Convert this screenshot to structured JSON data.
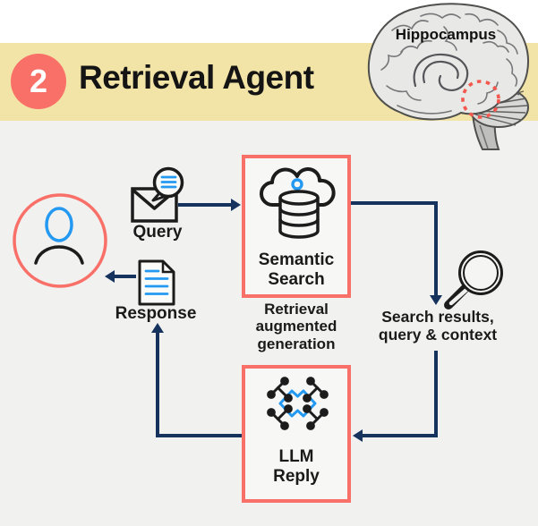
{
  "header": {
    "step_number": "2",
    "title": "Retrieval Agent"
  },
  "brain": {
    "label": "Hippocampus"
  },
  "diagram": {
    "query_label": "Query",
    "semantic_search_label": "Semantic\nSearch",
    "rag_caption": "Retrieval\naugmented\ngeneration",
    "search_results_label": "Search results,\nquery & context",
    "llm_reply_label": "LLM\nReply",
    "response_label": "Response"
  },
  "icons": {
    "user": "person-icon",
    "query": "envelope-message-icon",
    "semantic_search": "cloud-database-icon",
    "search_results": "magnifier-icon",
    "llm_reply": "network-nodes-icon",
    "response": "document-icon",
    "brain": "brain-illustration"
  },
  "colors": {
    "accent_coral": "#F97068",
    "band_yellow": "#F2E3A6",
    "arrow_navy": "#16335E",
    "accent_blue": "#2499F2",
    "background": "#F1F1F0"
  }
}
